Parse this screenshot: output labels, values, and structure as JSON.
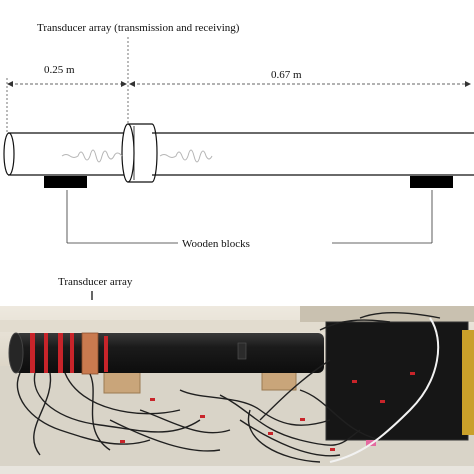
{
  "diagram": {
    "transducer_label": "Transducer array (transmission and receiving)",
    "dim_left": "0.25 m",
    "dim_right": "0.67 m",
    "blocks_label": "Wooden blocks"
  },
  "photo": {
    "transducer_label": "Transducer array"
  },
  "colors": {
    "line": "#111111",
    "wave": "#b5b5b5",
    "block": "#000000",
    "pipe": "#1b1b1b",
    "band": "#c97a4f",
    "tape": "#c8242a",
    "cable": "#202020",
    "wood": "#c9a57a",
    "wall": "#eae4d8",
    "floor": "#d7d2c6"
  }
}
